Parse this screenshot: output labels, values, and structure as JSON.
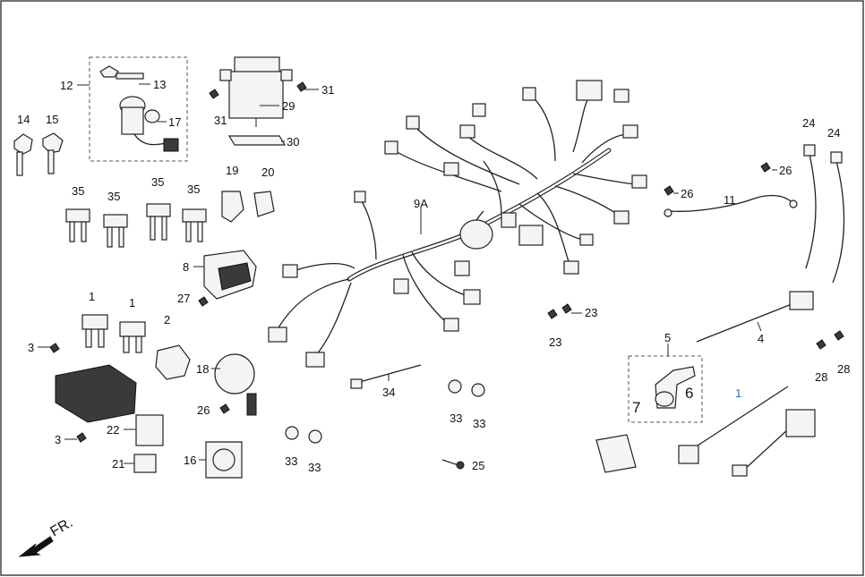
{
  "diagram": {
    "labels": {
      "l12": "12",
      "l13": "13",
      "l17": "17",
      "l14": "14",
      "l15": "15",
      "l29": "29",
      "l31a": "31",
      "l31b": "31",
      "l30": "30",
      "l19": "19",
      "l20": "20",
      "l35a": "35",
      "l35b": "35",
      "l35c": "35",
      "l35d": "35",
      "l8": "8",
      "l27": "27",
      "l1a": "1",
      "l1b": "1",
      "l2": "2",
      "l3a": "3",
      "l3b": "3",
      "l18": "18",
      "l26a": "26",
      "l22": "22",
      "l21": "21",
      "l16": "16",
      "l9a": "9A",
      "l34": "34",
      "l33a": "33",
      "l33b": "33",
      "l33c": "33",
      "l33d": "33",
      "l25": "25",
      "l23a": "23",
      "l23b": "23",
      "l5": "5",
      "l6": "6",
      "l7": "7",
      "l4": "4",
      "l1c": "1",
      "l24a": "24",
      "l24b": "24",
      "l26b": "26",
      "l26c": "26",
      "l11": "11",
      "l28a": "28",
      "l28b": "28"
    },
    "direction_label": "FR."
  }
}
